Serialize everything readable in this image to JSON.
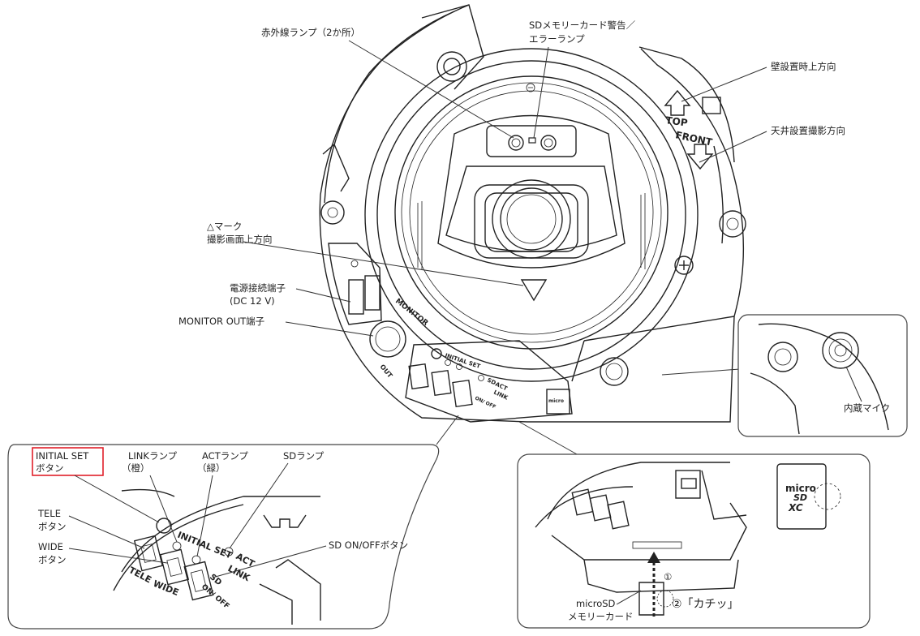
{
  "callouts": {
    "infrared_lamp": "赤外線ランプ（2か所）",
    "sd_warning_lamp_1": "SDメモリーカード警告／",
    "sd_warning_lamp_2": "エラーランプ",
    "wall_top_direction": "壁設置時上方向",
    "ceiling_direction": "天井設置撮影方向",
    "triangle_mark_1": "△マーク",
    "triangle_mark_2": "撮影画面上方向",
    "power_terminal_1": "電源接続端子",
    "power_terminal_2": "(DC 12 V)",
    "monitor_out": "MONITOR OUT端子",
    "builtin_mic": "内蔵マイク"
  },
  "detail_left": {
    "initial_set_1": "INITIAL SET",
    "initial_set_2": "ボタン",
    "link_lamp_1": "LINKランプ",
    "link_lamp_2": "（橙）",
    "act_lamp_1": "ACTランプ",
    "act_lamp_2": "（緑）",
    "sd_lamp": "SDランプ",
    "tele_1": "TELE",
    "tele_2": "ボタン",
    "wide_1": "WIDE",
    "wide_2": "ボタン",
    "sd_onoff": "SD ON/OFFボタン"
  },
  "detail_right": {
    "step_1": "①",
    "step_2": "②「カチッ」",
    "microsd_1": "microSD",
    "microsd_2": "メモリーカード",
    "card_micro": "micro",
    "card_sd": "SD",
    "card_xc": "XC"
  },
  "device_markings": {
    "top": "TOP",
    "front": "FRONT",
    "monitor": "MONITOR",
    "out": "OUT",
    "initial_set": "INITIAL SET",
    "act": "ACT",
    "link": "LINK",
    "sd": "SD",
    "on_off": "ON/ OFF",
    "tele": "TELE",
    "wide": "WIDE"
  },
  "colors": {
    "highlight": "#e0202a",
    "ink": "#222222"
  }
}
